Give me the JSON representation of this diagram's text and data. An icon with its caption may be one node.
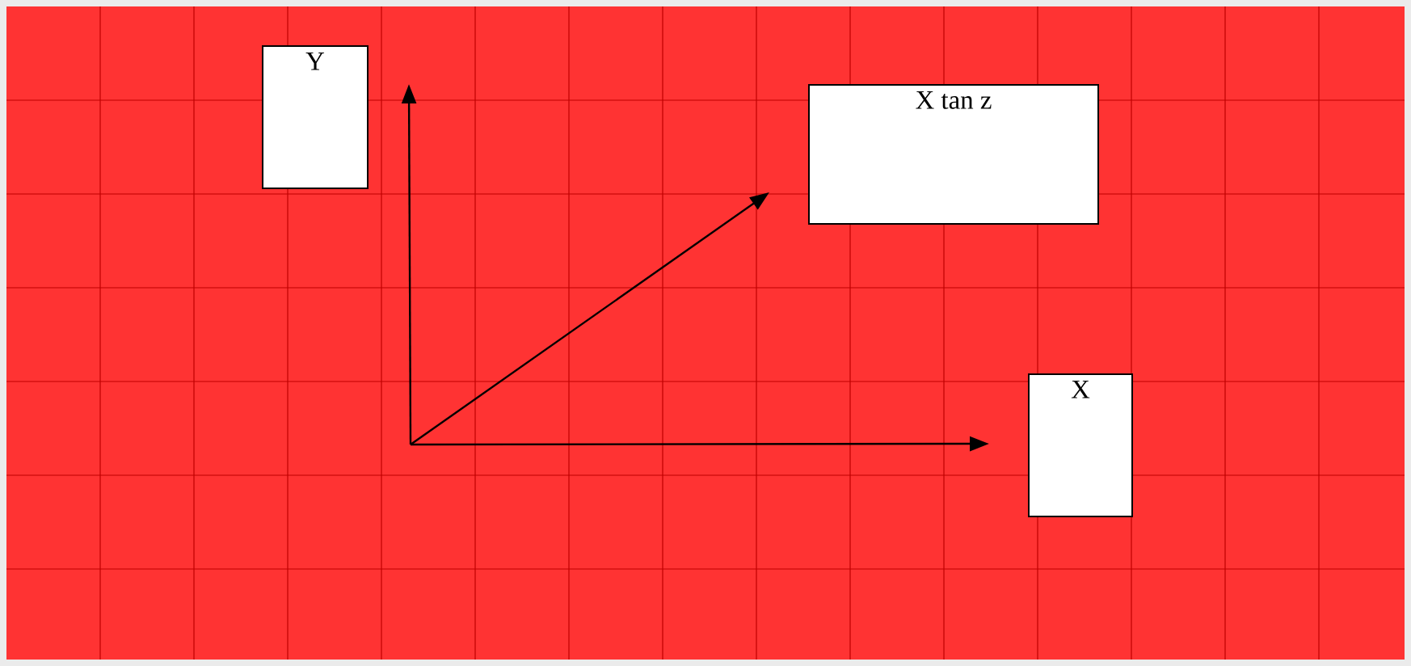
{
  "diagram": {
    "nodes": [
      {
        "text": [
          "Y"
        ]
      },
      {
        "text": [
          "X tan z"
        ]
      },
      {
        "text": [
          "X"
        ]
      }
    ],
    "edges": [
      {
        "from": null,
        "to": 0,
        "arrow": "to"
      },
      {
        "from": null,
        "to": 1,
        "arrow": "to"
      },
      {
        "from": null,
        "to": 2,
        "arrow": "to"
      }
    ]
  }
}
